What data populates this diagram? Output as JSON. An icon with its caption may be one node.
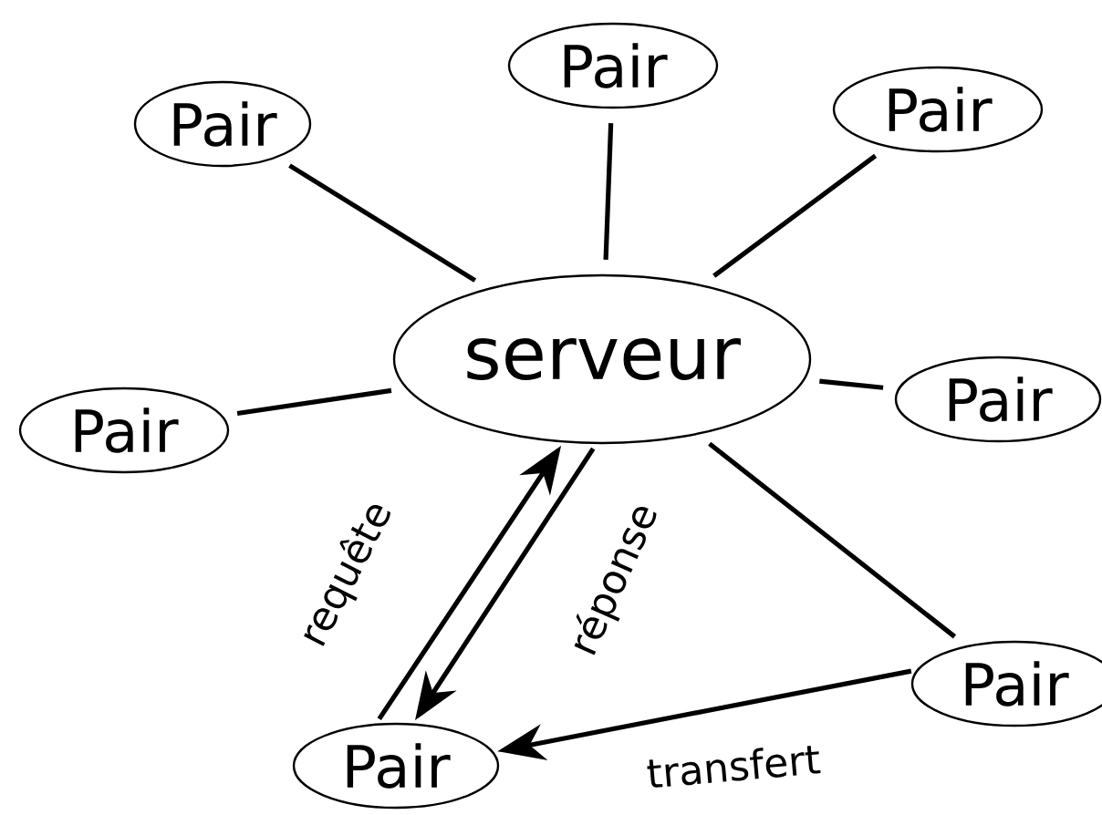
{
  "diagram": {
    "nodes": [
      {
        "text": [
          "serveur"
        ]
      },
      {
        "text": [
          "Pair"
        ]
      },
      {
        "text": [
          "Pair"
        ]
      },
      {
        "text": [
          "Pair"
        ]
      },
      {
        "text": [
          "Pair"
        ]
      },
      {
        "text": [
          "Pair"
        ]
      },
      {
        "text": [
          "Pair"
        ]
      },
      {
        "text": [
          "Pair"
        ]
      }
    ],
    "edges": [
      {
        "from": 0,
        "to": 1,
        "arrow": "none"
      },
      {
        "from": 0,
        "to": 2,
        "arrow": "none"
      },
      {
        "from": 0,
        "to": 3,
        "arrow": "none"
      },
      {
        "from": 0,
        "to": 4,
        "arrow": "none"
      },
      {
        "from": 0,
        "to": 5,
        "arrow": "none"
      },
      {
        "from": 0,
        "to": 6,
        "arrow": "none"
      },
      {
        "from": 7,
        "to": 0,
        "arrow": "to",
        "label": "requête"
      },
      {
        "from": 0,
        "to": 7,
        "arrow": "to",
        "label": "réponse"
      },
      {
        "from": 6,
        "to": 7,
        "arrow": "to",
        "label": "transfert"
      }
    ]
  }
}
